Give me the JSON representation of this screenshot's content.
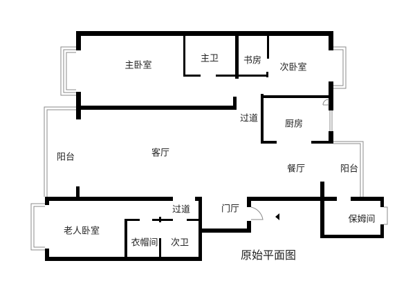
{
  "title": "原始平面图",
  "rooms": {
    "master_bedroom": "主卧室",
    "master_bath": "主卫",
    "study": "书房",
    "second_bedroom": "次卧室",
    "corridor_top": "过道",
    "kitchen": "厨房",
    "balcony_left": "阳台",
    "living_room": "客厅",
    "dining_room": "餐厅",
    "balcony_right": "阳台",
    "corridor_bottom": "过道",
    "foyer": "门厅",
    "maid_room": "保姆间",
    "elderly_bedroom": "老人卧室",
    "cloakroom": "衣帽间",
    "second_bath": "次卫"
  },
  "colors": {
    "wall": "#000000",
    "window": "#888888"
  }
}
